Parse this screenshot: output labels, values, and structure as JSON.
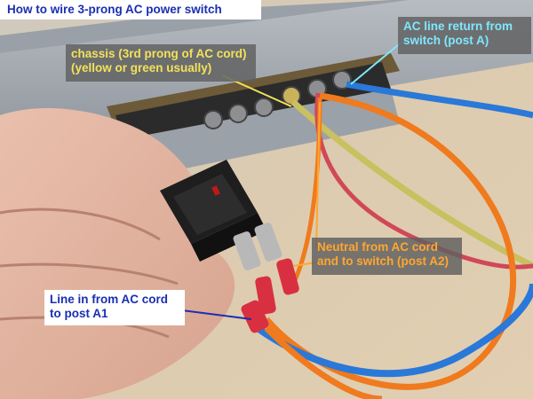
{
  "title": "How to wire 3-prong AC power switch",
  "labels": {
    "chassis": {
      "line1": "chassis (3rd prong of AC cord)",
      "line2": "(yellow or green usually)"
    },
    "ac_line_return": {
      "line1": "AC line return from",
      "line2": "switch (post A)"
    },
    "neutral": {
      "line1": "Neutral from AC cord",
      "line2": "and to switch (post A2)"
    },
    "line_in": {
      "line1": "Line in from AC cord",
      "line2": "to post A1"
    }
  },
  "colors": {
    "title_text": "#1a2fb0",
    "chassis_text": "#f2e25a",
    "ac_line_text": "#7fe7ff",
    "neutral_text": "#ffa630",
    "line_in_text": "#1a2fb0",
    "blue_wire": "#2a78d8",
    "orange_wire": "#f07a1e",
    "yellow_wire": "#c9c060",
    "red_wire": "#d04858"
  }
}
